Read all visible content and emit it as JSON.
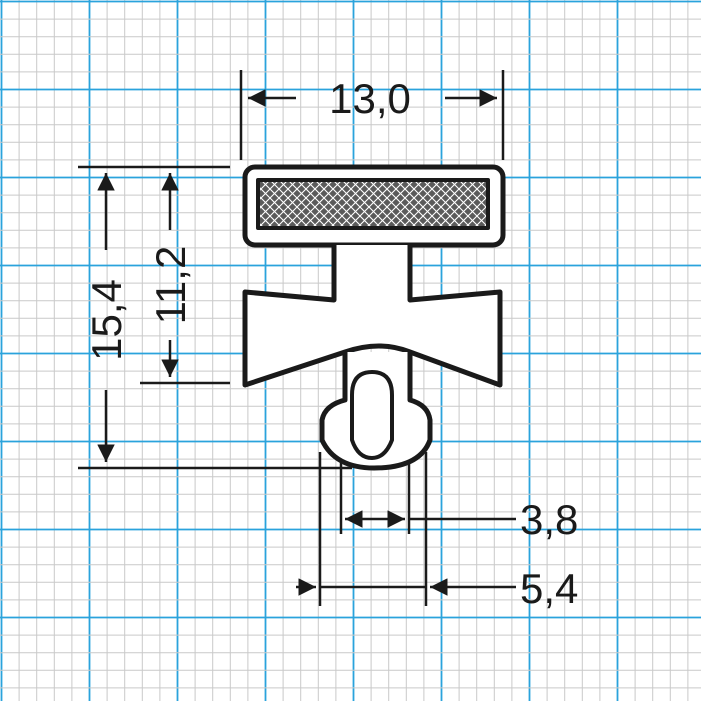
{
  "colors": {
    "grid_minor": "#c9c9c9",
    "grid_major": "#2aa3dc",
    "ink": "#1a1a1a",
    "magnet_fill": "#5a5a5a",
    "background": "#ffffff"
  },
  "dimensions": {
    "overall_width": "13,0",
    "overall_height": "15,4",
    "body_height": "11,2",
    "stem_inner_width": "3,8",
    "stem_outer_width": "5,4"
  }
}
